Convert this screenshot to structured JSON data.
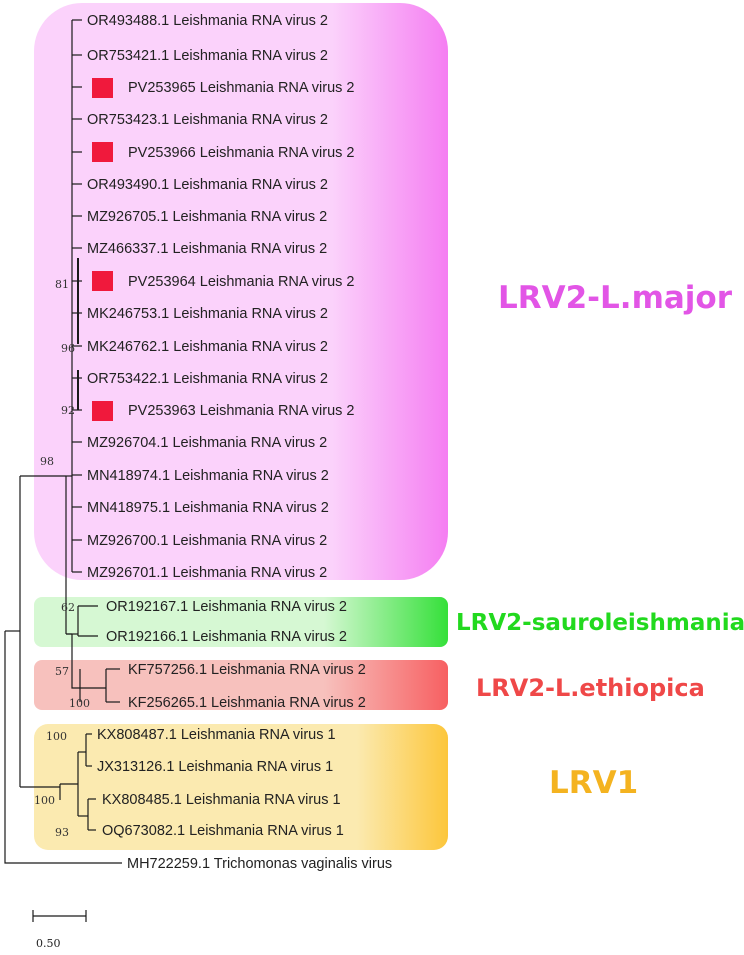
{
  "clades": [
    {
      "id": "major",
      "label": "LRV2-L.major",
      "color": "#e255e6",
      "bg_start": "#fbd2fb",
      "bg_end": "#f57ef2"
    },
    {
      "id": "sauro",
      "label": "LRV2-sauroleishmania",
      "color": "#22d91e",
      "bg_start": "#d6f8d3",
      "bg_end": "#35e03a"
    },
    {
      "id": "ethio",
      "label": "LRV2-L.ethiopica",
      "color": "#ef4848",
      "bg_start": "#f7c1bd",
      "bg_end": "#f76062"
    },
    {
      "id": "lrv1",
      "label": "LRV1",
      "color": "#f4b320",
      "bg_start": "#fbeab0",
      "bg_end": "#fcc63b"
    }
  ],
  "leaves": [
    {
      "name": "OR493488.1 Leishmania RNA virus 2",
      "marked": false
    },
    {
      "name": "OR753421.1 Leishmania RNA virus 2",
      "marked": false
    },
    {
      "name": "PV253965 Leishmania RNA virus 2",
      "marked": true
    },
    {
      "name": "OR753423.1 Leishmania RNA virus 2",
      "marked": false
    },
    {
      "name": "PV253966 Leishmania RNA virus 2",
      "marked": true
    },
    {
      "name": "OR493490.1 Leishmania RNA virus 2",
      "marked": false
    },
    {
      "name": "MZ926705.1 Leishmania RNA virus 2",
      "marked": false
    },
    {
      "name": "MZ466337.1 Leishmania RNA virus 2",
      "marked": false
    },
    {
      "name": "PV253964 Leishmania RNA virus 2",
      "marked": true
    },
    {
      "name": "MK246753.1 Leishmania RNA virus 2",
      "marked": false
    },
    {
      "name": "MK246762.1 Leishmania RNA virus 2",
      "marked": false
    },
    {
      "name": "OR753422.1 Leishmania RNA virus 2",
      "marked": false
    },
    {
      "name": "PV253963 Leishmania RNA virus 2",
      "marked": true
    },
    {
      "name": "MZ926704.1 Leishmania RNA virus 2",
      "marked": false
    },
    {
      "name": "MN418974.1 Leishmania RNA virus 2",
      "marked": false
    },
    {
      "name": "MN418975.1 Leishmania RNA virus 2",
      "marked": false
    },
    {
      "name": "MZ926700.1 Leishmania RNA virus 2",
      "marked": false
    },
    {
      "name": "MZ926701.1 Leishmania RNA virus 2",
      "marked": false
    },
    {
      "name": "OR192167.1 Leishmania RNA virus 2",
      "marked": false
    },
    {
      "name": "OR192166.1 Leishmania RNA virus 2",
      "marked": false
    },
    {
      "name": "KF757256.1 Leishmania RNA virus 2",
      "marked": false
    },
    {
      "name": "KF256265.1 Leishmania RNA virus 2",
      "marked": false
    },
    {
      "name": "KX808487.1 Leishmania RNA virus 1",
      "marked": false
    },
    {
      "name": "JX313126.1 Leishmania RNA virus 1",
      "marked": false
    },
    {
      "name": "KX808485.1 Leishmania RNA virus 1",
      "marked": false
    },
    {
      "name": "OQ673082.1 Leishmania RNA virus 1",
      "marked": false
    },
    {
      "name": "MH722259.1 Trichomonas vaginalis virus",
      "marked": false
    }
  ],
  "marker_color": "#f0193c",
  "bootstrap": [
    "81",
    "96",
    "92",
    "98",
    "62",
    "57",
    "100",
    "100",
    "100",
    "93"
  ],
  "scale_bar": {
    "label": "0.50"
  }
}
